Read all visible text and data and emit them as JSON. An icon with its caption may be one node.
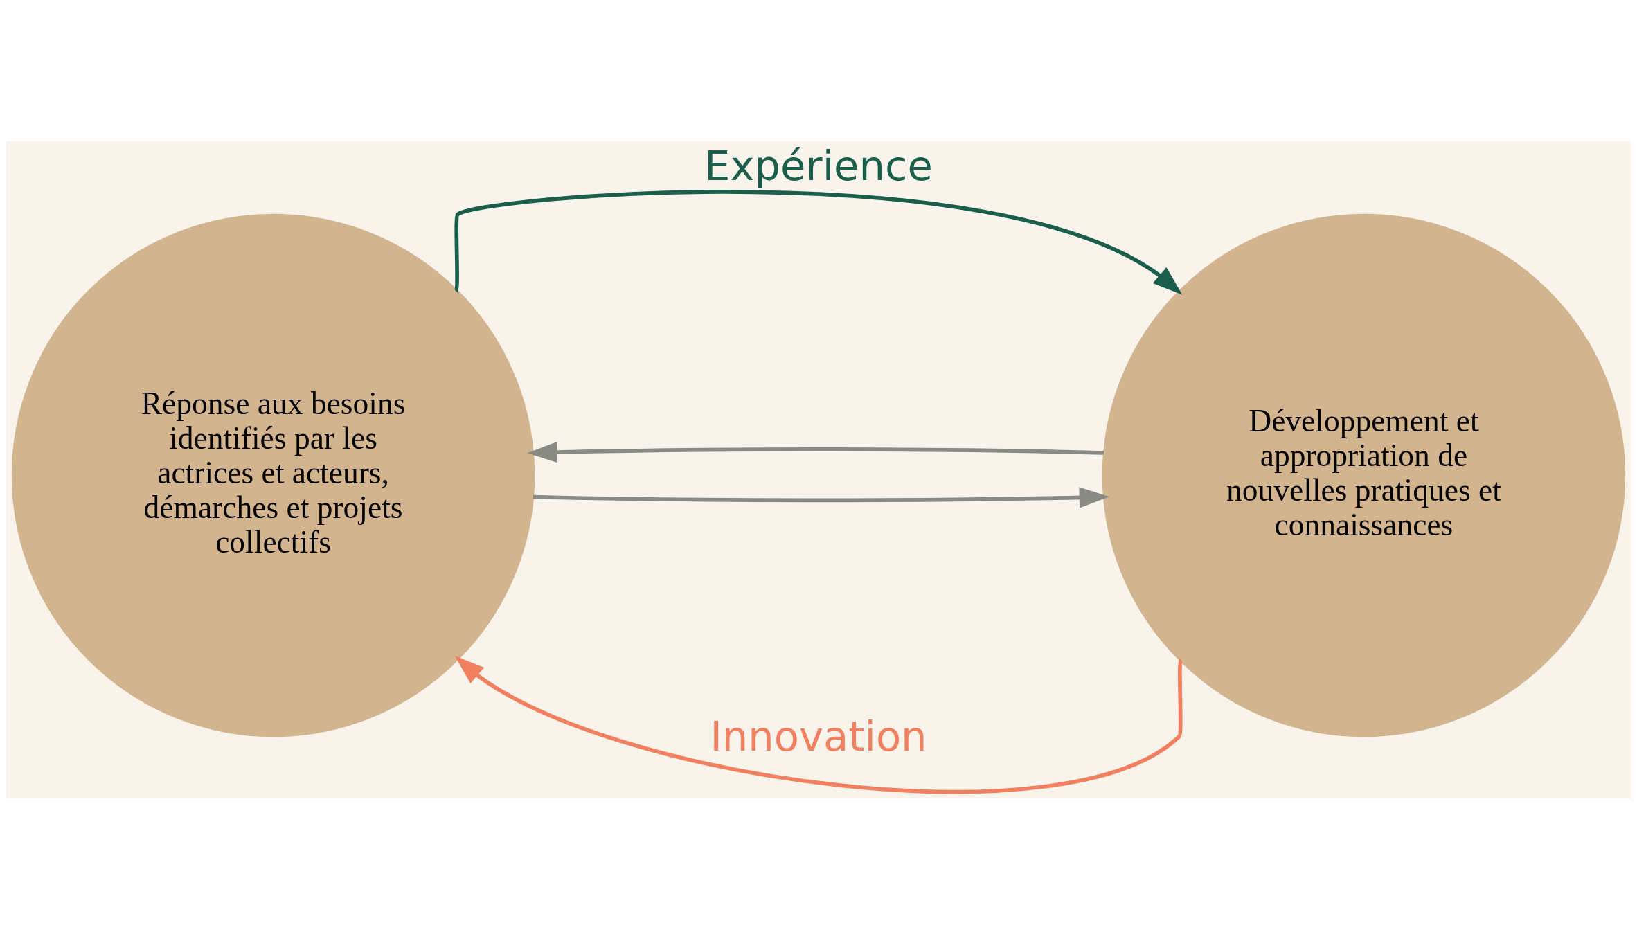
{
  "diagram": {
    "nodes": [
      {
        "text": [
          "Réponse aux besoins identifiés par les actrices et acteurs, démarches et projets collectifs"
        ]
      },
      {
        "text": [
          "Développement et appropriation de nouvelles pratiques et connaissances"
        ]
      }
    ],
    "edges": [
      {
        "from": 0,
        "to": 1,
        "arrow": "to",
        "label": "Expérience",
        "color": "#1b5e4b"
      },
      {
        "from": 0,
        "to": 1,
        "arrow": "to"
      },
      {
        "from": 1,
        "to": 0,
        "arrow": "to"
      },
      {
        "from": 1,
        "to": 0,
        "arrow": "to",
        "label": "Innovation",
        "color": "#f08060"
      }
    ]
  }
}
